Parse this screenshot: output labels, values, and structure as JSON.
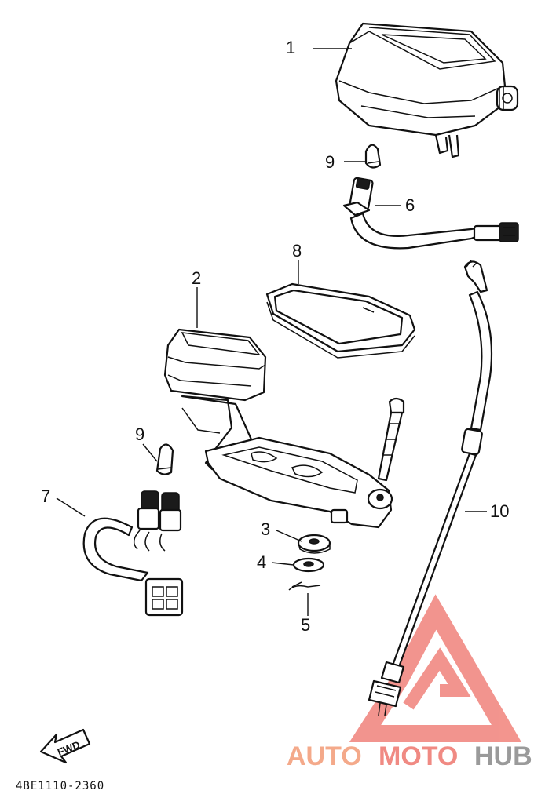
{
  "callouts": [
    {
      "id": "1",
      "label": "1"
    },
    {
      "id": "2",
      "label": "2"
    },
    {
      "id": "3",
      "label": "3"
    },
    {
      "id": "4",
      "label": "4"
    },
    {
      "id": "5",
      "label": "5"
    },
    {
      "id": "6",
      "label": "6"
    },
    {
      "id": "7",
      "label": "7"
    },
    {
      "id": "8",
      "label": "8"
    },
    {
      "id": "9a",
      "label": "9"
    },
    {
      "id": "9b",
      "label": "9"
    },
    {
      "id": "10",
      "label": "10"
    }
  ],
  "direction_marker": "FWD",
  "diagram_code": "4BE1110-2360",
  "watermark": {
    "part1": "AUTO",
    "part2": "MOTO",
    "part3": "HUB",
    "colors": {
      "auto": "#f4a98a",
      "moto": "#f08a83",
      "hub": "#9a9a9a",
      "triangle": "#f07a72"
    }
  }
}
